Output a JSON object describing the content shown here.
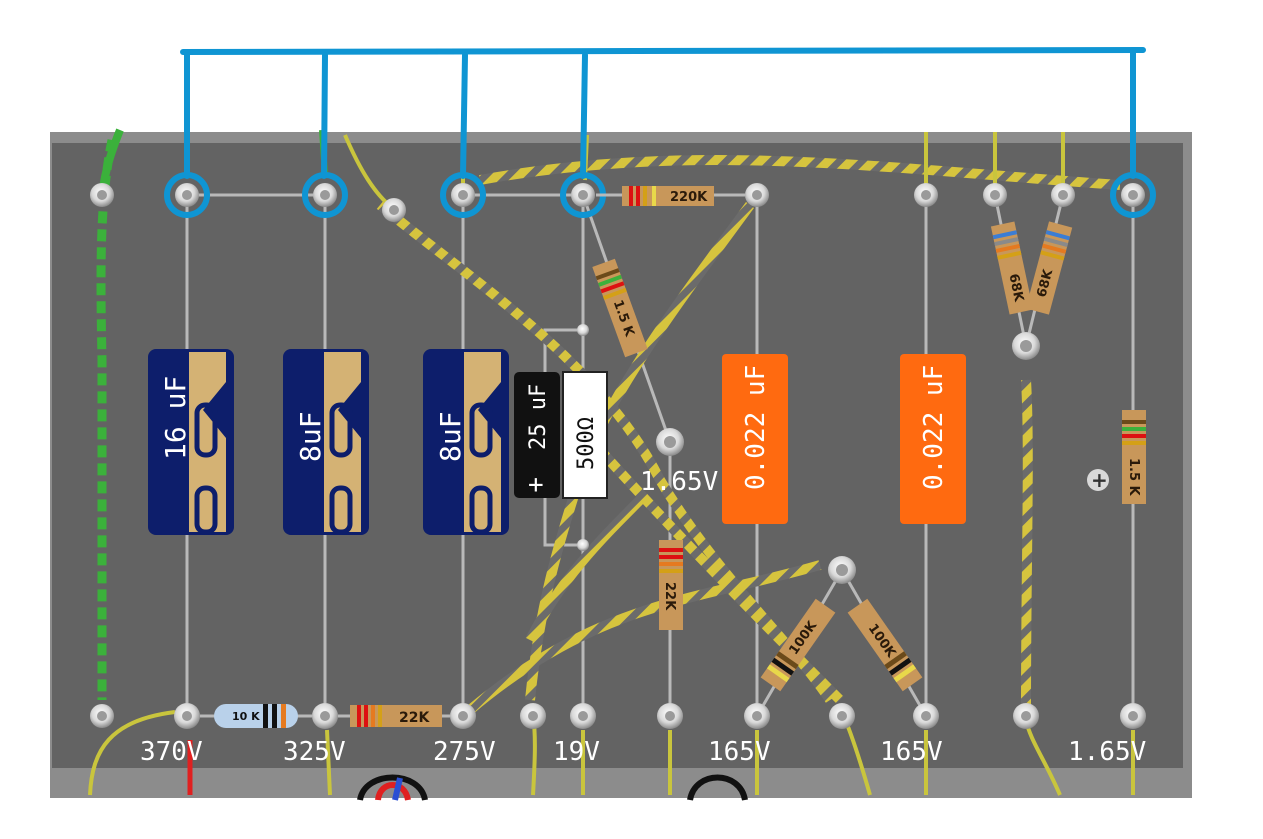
{
  "colors": {
    "board": "#636363",
    "board_edge": "#8c8c8c",
    "bus_wire": "#0f95d3",
    "yellow_wire": "#d6c43e",
    "green_wire": "#3bb13b",
    "can_cap": "#0d1e6b",
    "can_gold": "#d4b274",
    "film_cap": "#ff6a10",
    "resistor_body": "#c8975a",
    "eyelet_ring": "#cfcfcf",
    "highlight_ring": "#0f95d3"
  },
  "voltages": {
    "v370": "370V",
    "v325": "325V",
    "v275": "275V",
    "v19": "19V",
    "v165a": "165V",
    "v165b": "165V",
    "v165_right": "1.65V",
    "v1_65_mid": "1.65V"
  },
  "capacitors": {
    "c1": "16 uF",
    "c2": "8uF",
    "c3": "8uF",
    "c4": "25 uF",
    "c4_polarity": "+",
    "c5": "0.022 uF",
    "c6": "0.022 uF"
  },
  "resistors": {
    "r_500": "500Ω",
    "r_10k": "10 K",
    "r_22k_bottom": "22K",
    "r_220k": "220K",
    "r_1_5k_diag": "1.5 K",
    "r_22k_vert": "22K",
    "r_100k_left": "100K",
    "r_100k_right": "100K",
    "r_68k_left": "68K",
    "r_68k_right": "68K",
    "r_1_5k_right": "1.5 K"
  },
  "misc": {
    "ground_symbol": "+"
  }
}
